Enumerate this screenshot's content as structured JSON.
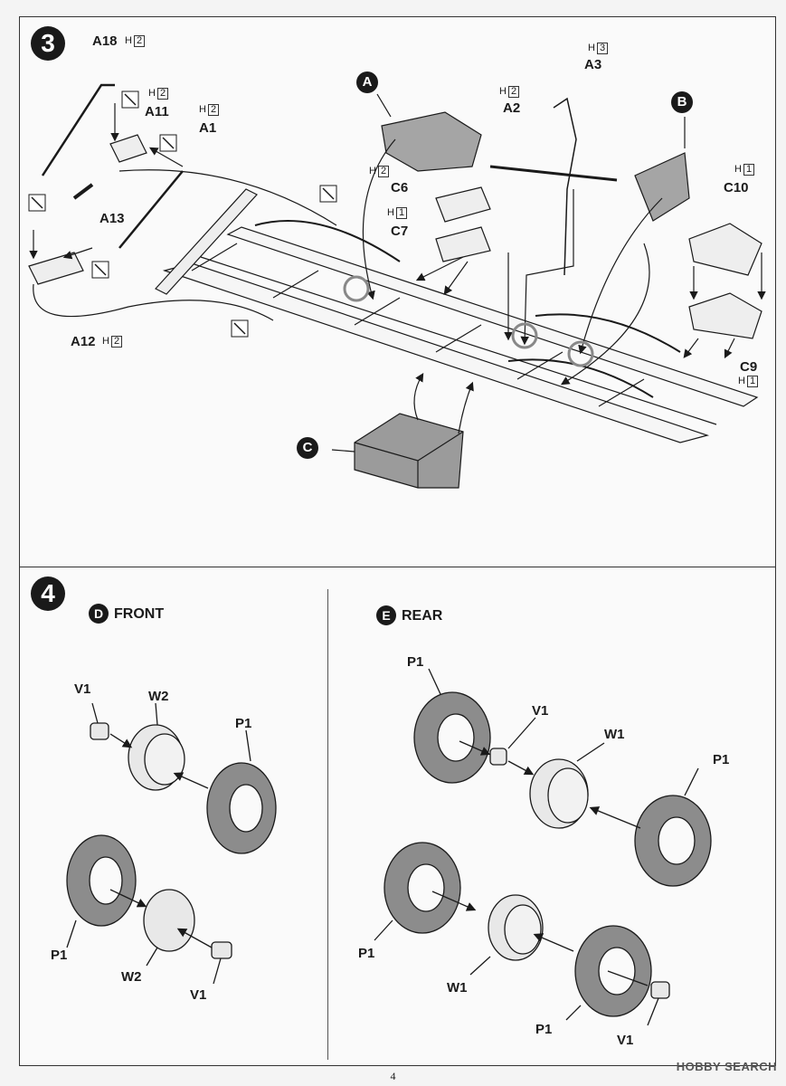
{
  "step3": {
    "number": "3",
    "labels": {
      "A18": "A18",
      "A11": "A11",
      "A1": "A1",
      "A13": "A13",
      "A12": "A12",
      "A2": "A2",
      "A3": "A3",
      "C6": "C6",
      "C7": "C7",
      "C10": "C10",
      "C9": "C9"
    },
    "hmarks": {
      "A18": "H",
      "A18n": "2",
      "A11": "H",
      "A11n": "2",
      "A1": "H",
      "A1n": "2",
      "A12": "H",
      "A12n": "2",
      "A2": "H",
      "A2n": "2",
      "A3": "H",
      "A3n": "3",
      "C6": "H",
      "C6n": "2",
      "C7": "H",
      "C7n": "1",
      "C10": "H",
      "C10n": "1",
      "C9": "H",
      "C9n": "1"
    },
    "callouts": {
      "A": "A",
      "B": "B",
      "C": "C"
    },
    "icons": [
      "glue-icon",
      "glue-icon",
      "glue-icon",
      "glue-icon",
      "glue-icon",
      "glue-icon"
    ]
  },
  "step4": {
    "number": "4",
    "front": {
      "badge": "D",
      "title": "FRONT"
    },
    "rear": {
      "badge": "E",
      "title": "REAR"
    },
    "front_labels": {
      "V1a": "V1",
      "W2a": "W2",
      "P1a": "P1",
      "P1b": "P1",
      "W2b": "W2",
      "V1b": "V1"
    },
    "rear_labels": {
      "P1a": "P1",
      "V1a": "V1",
      "W1a": "W1",
      "P1b": "P1",
      "P1c": "P1",
      "W1b": "W1",
      "P1d": "P1",
      "V1b": "V1"
    }
  },
  "footer": {
    "page": "4",
    "watermark": "HOBBY SEARCH"
  },
  "colors": {
    "tire": "#8c8c8c",
    "line": "#1a1a1a",
    "part_fill": "#e8e8e8",
    "detail": "#9a9a9a"
  }
}
